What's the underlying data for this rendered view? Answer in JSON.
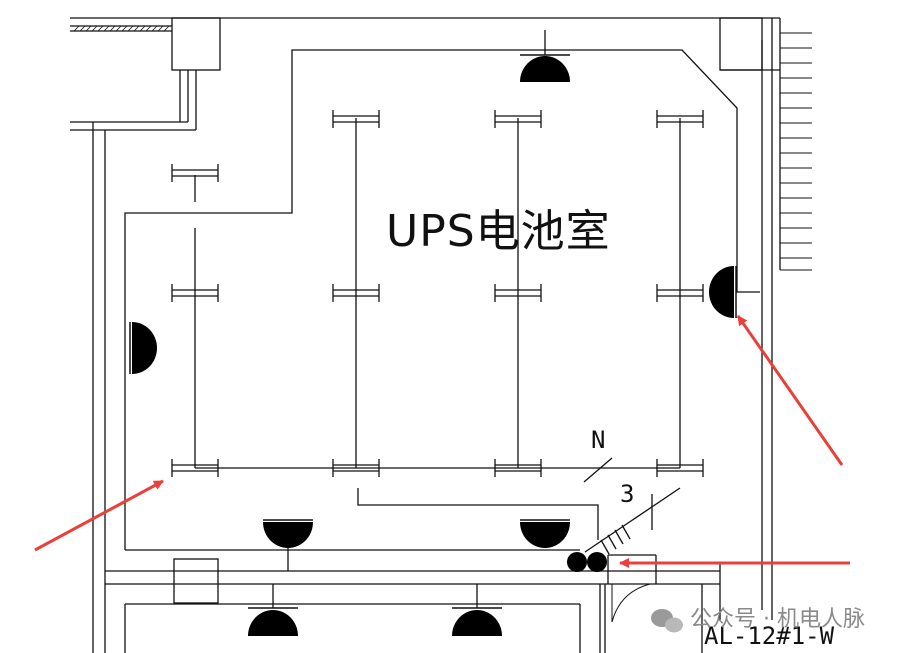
{
  "drawing": {
    "room_label": "UPS电池室",
    "neutral_label": "N",
    "conductor_count_label": "3",
    "circuit_label": "AL-12#1-W"
  },
  "watermark": {
    "text": "公众号 · 机电人脉",
    "icon": "wechat-icon"
  },
  "colors": {
    "line": "#111111",
    "arrow": "#e8413a",
    "watermark": "#8a8a8a"
  }
}
